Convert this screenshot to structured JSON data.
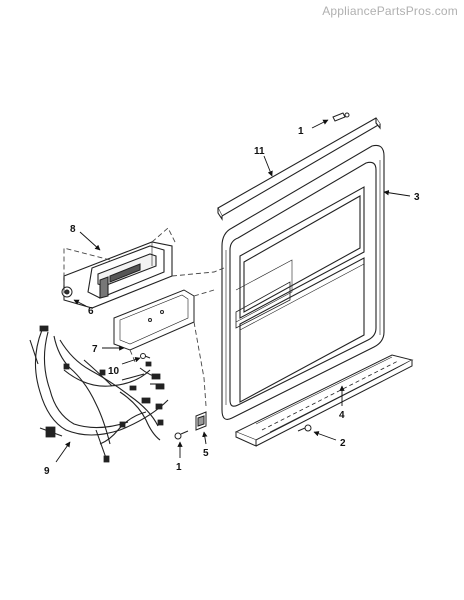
{
  "watermark": "AppliancePartsPros.com",
  "callouts": {
    "c1a": "1",
    "c11": "11",
    "c3": "3",
    "c8": "8",
    "c6": "6",
    "c7": "7",
    "c10": "10",
    "c4": "4",
    "c2": "2",
    "c9": "9",
    "c1b": "1",
    "c5": "5"
  }
}
